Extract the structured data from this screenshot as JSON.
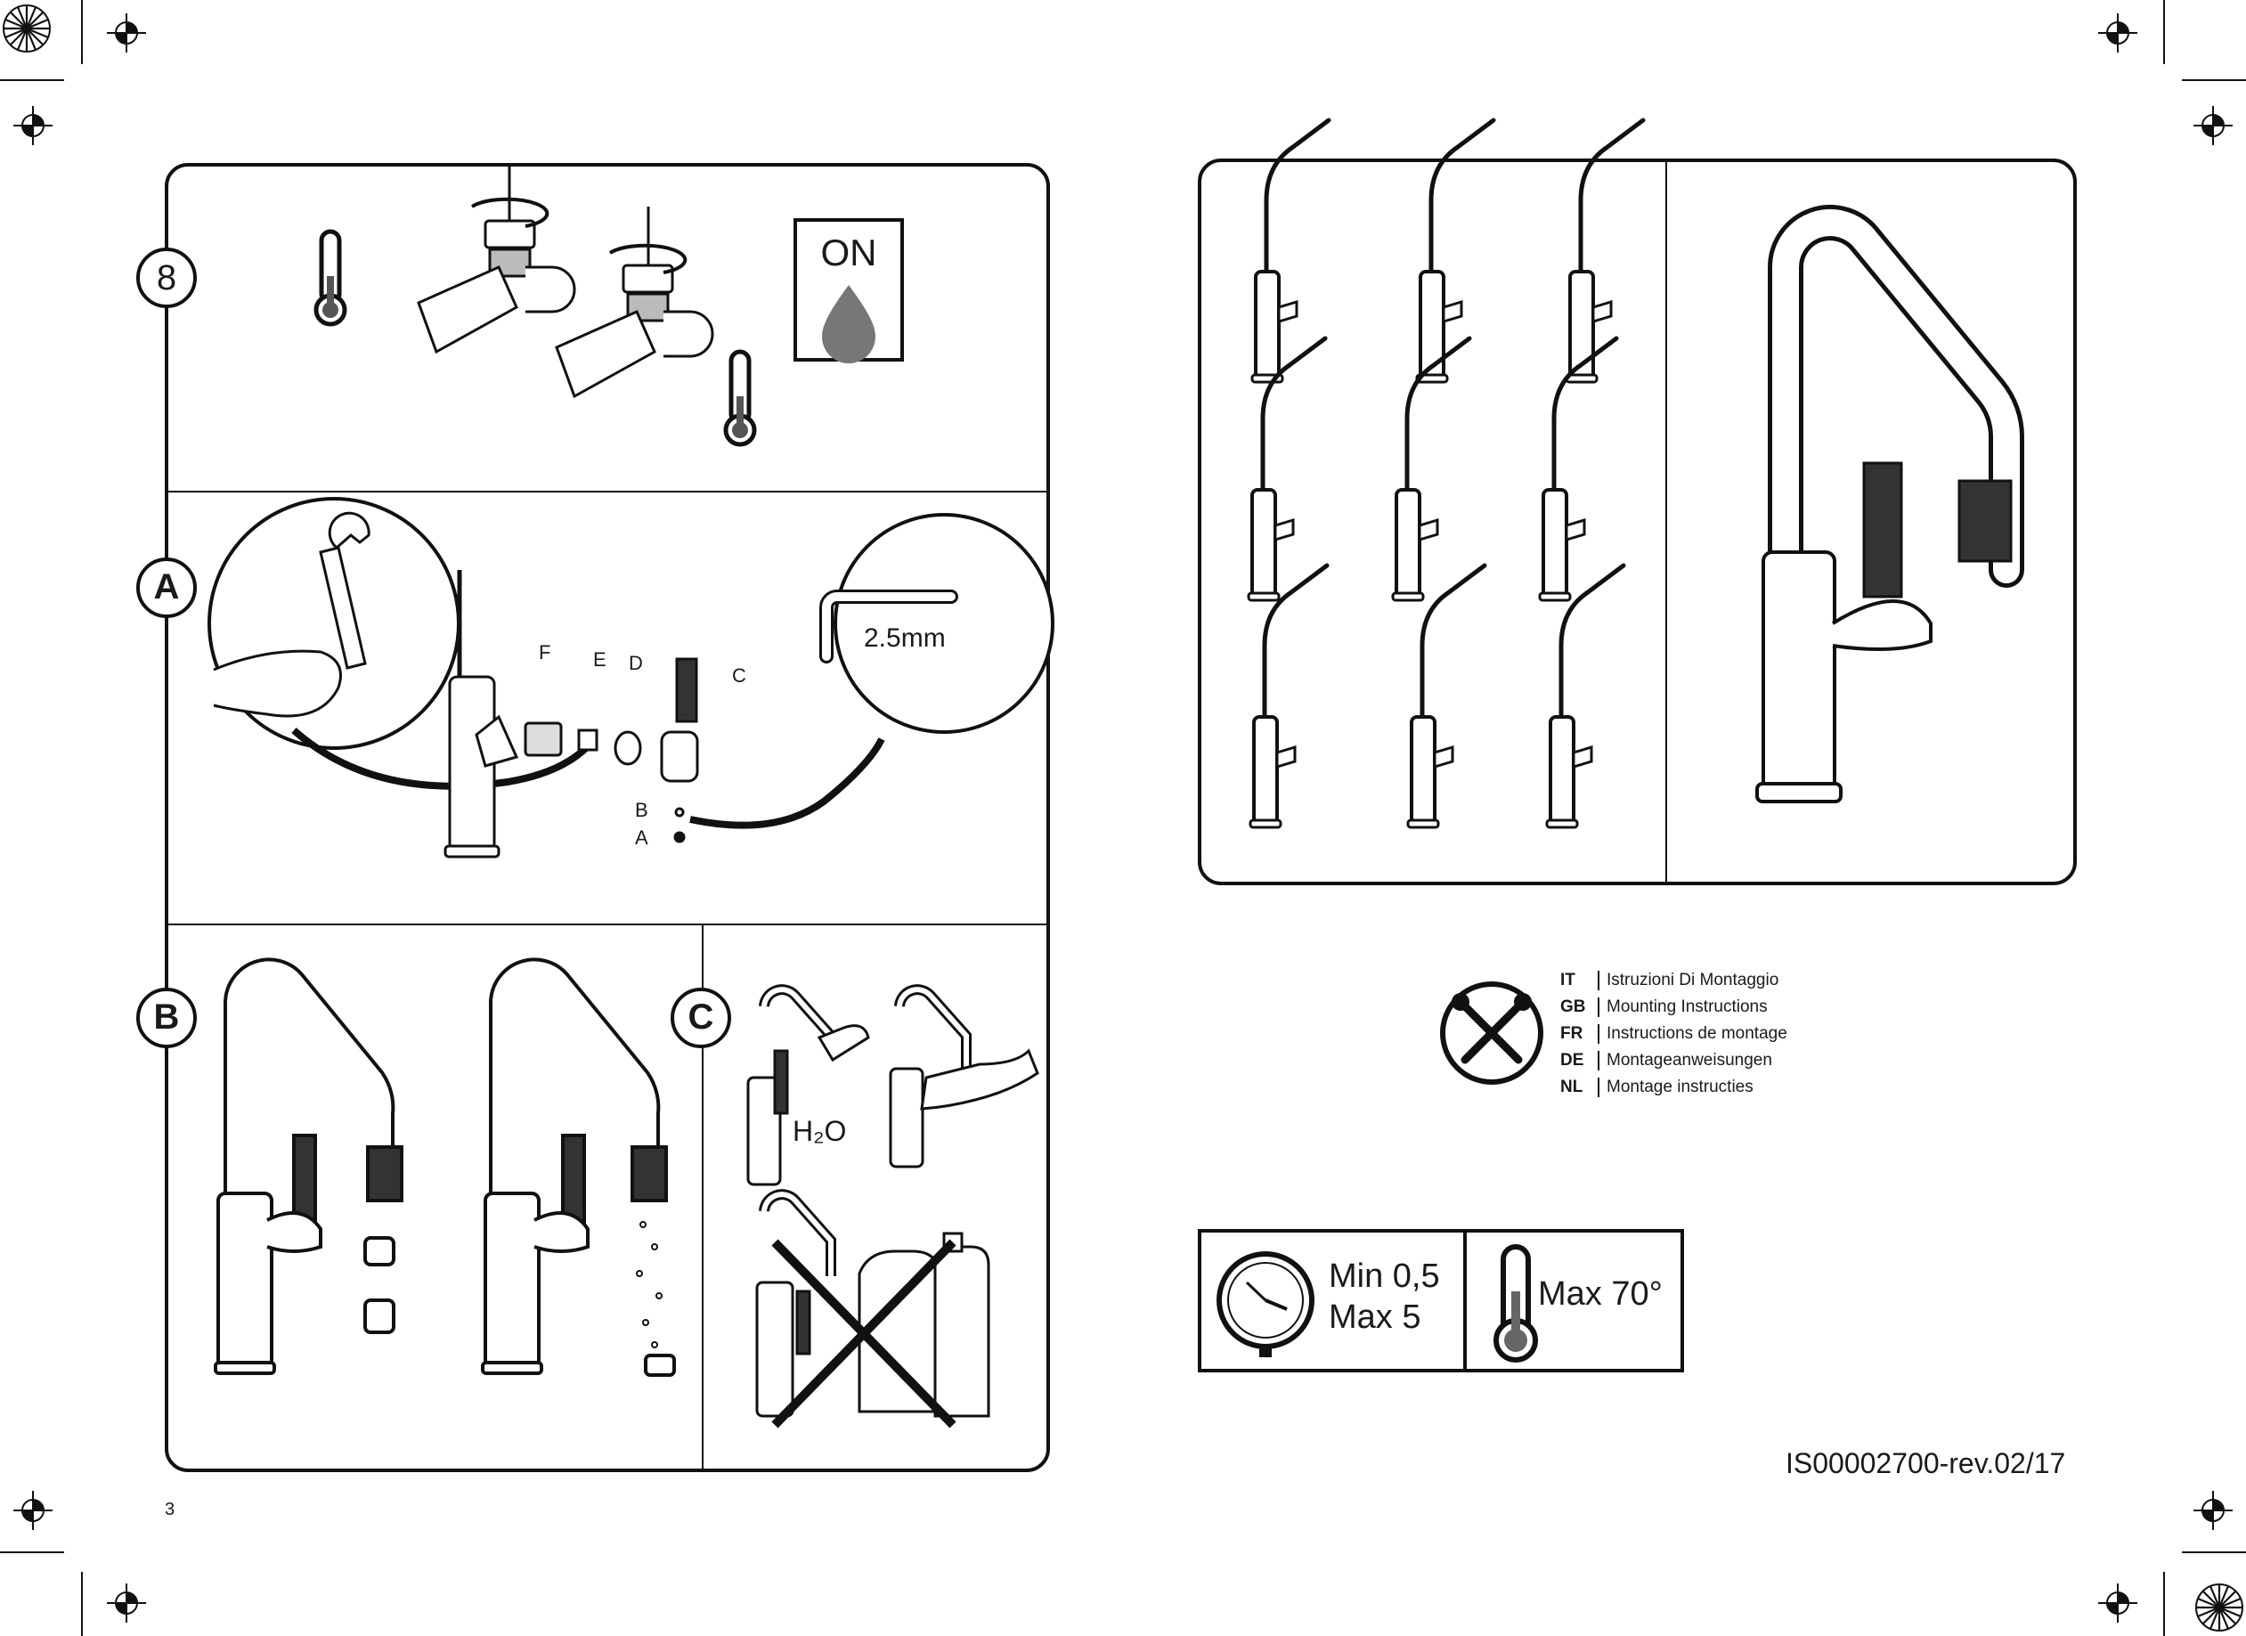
{
  "page_number": "3",
  "doc_code": "IS00002700-rev.02/17",
  "steps": {
    "step8": {
      "badge": "8",
      "on_label": "ON"
    },
    "stepA": {
      "badge": "A",
      "allen_key_size": "2.5mm",
      "parts": [
        "F",
        "E",
        "D",
        "C",
        "B",
        "A"
      ]
    },
    "stepB": {
      "badge": "B"
    },
    "stepC": {
      "badge": "C",
      "water_label": "H₂O"
    }
  },
  "languages": [
    {
      "code": "IT",
      "label": "Istruzioni Di Montaggio"
    },
    {
      "code": "GB",
      "label": "Mounting Instructions"
    },
    {
      "code": "FR",
      "label": "Instructions de montage"
    },
    {
      "code": "DE",
      "label": "Montageanweisungen"
    },
    {
      "code": "NL",
      "label": "Montage instructies"
    }
  ],
  "specs": {
    "pressure_min": "Min 0,5",
    "pressure_max": "Max 5",
    "temperature_max": "Max 70°"
  },
  "icons": [
    "registration-mark-icon",
    "thermometer-icon",
    "water-drop-icon",
    "wrench-icon",
    "allen-key-icon",
    "pressure-gauge-icon",
    "tools-icon"
  ]
}
